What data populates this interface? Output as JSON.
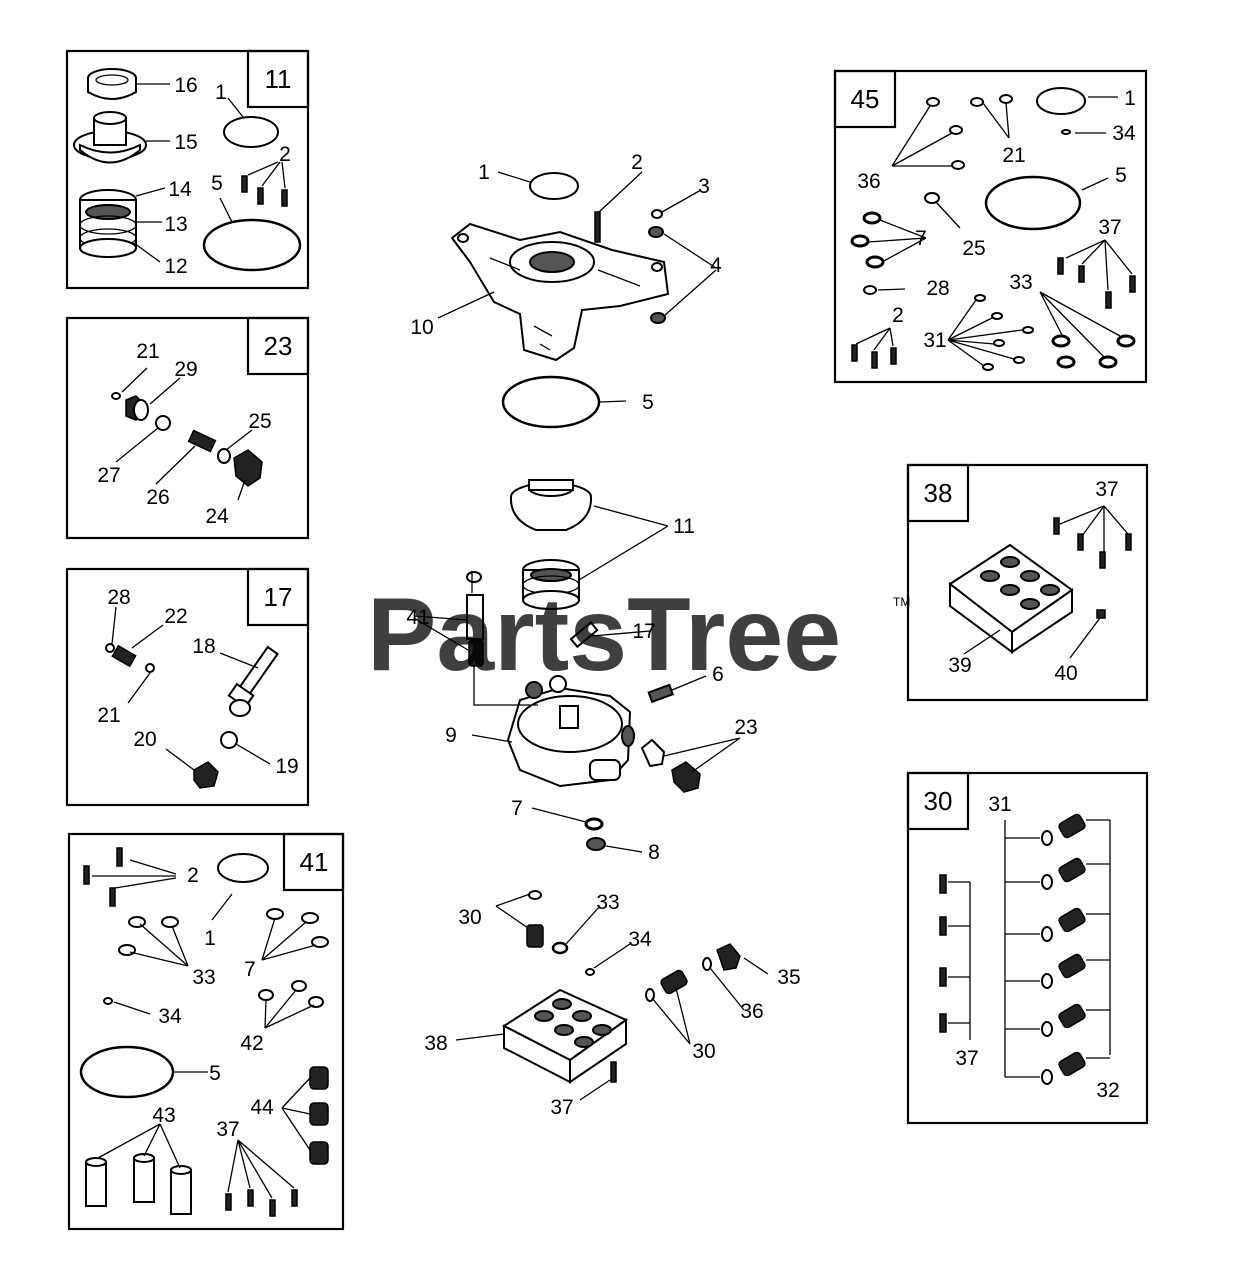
{
  "watermark": "PartsTree",
  "watermark_tm": "TM",
  "kits": [
    {
      "id": "kit-11",
      "number": "11",
      "labels": [
        "16",
        "15",
        "1",
        "2",
        "5",
        "14",
        "13",
        "12"
      ]
    },
    {
      "id": "kit-23",
      "number": "23",
      "labels": [
        "21",
        "29",
        "25",
        "27",
        "26",
        "24"
      ]
    },
    {
      "id": "kit-17",
      "number": "17",
      "labels": [
        "28",
        "22",
        "18",
        "21",
        "20",
        "19"
      ]
    },
    {
      "id": "kit-41",
      "number": "41",
      "labels": [
        "2",
        "1",
        "33",
        "7",
        "34",
        "42",
        "5",
        "44",
        "43",
        "37"
      ]
    },
    {
      "id": "kit-45",
      "number": "45",
      "labels": [
        "1",
        "34",
        "21",
        "36",
        "5",
        "7",
        "25",
        "37",
        "28",
        "33",
        "2",
        "31"
      ]
    },
    {
      "id": "kit-38",
      "number": "38",
      "labels": [
        "37",
        "39",
        "40"
      ]
    },
    {
      "id": "kit-30",
      "number": "30",
      "labels": [
        "31",
        "37",
        "32"
      ]
    }
  ],
  "main_assembly": {
    "labels": [
      "1",
      "2",
      "3",
      "4",
      "10",
      "5",
      "11",
      "41",
      "17",
      "6",
      "9",
      "23",
      "7",
      "8",
      "30",
      "33",
      "34",
      "35",
      "36",
      "30",
      "38",
      "37"
    ]
  }
}
